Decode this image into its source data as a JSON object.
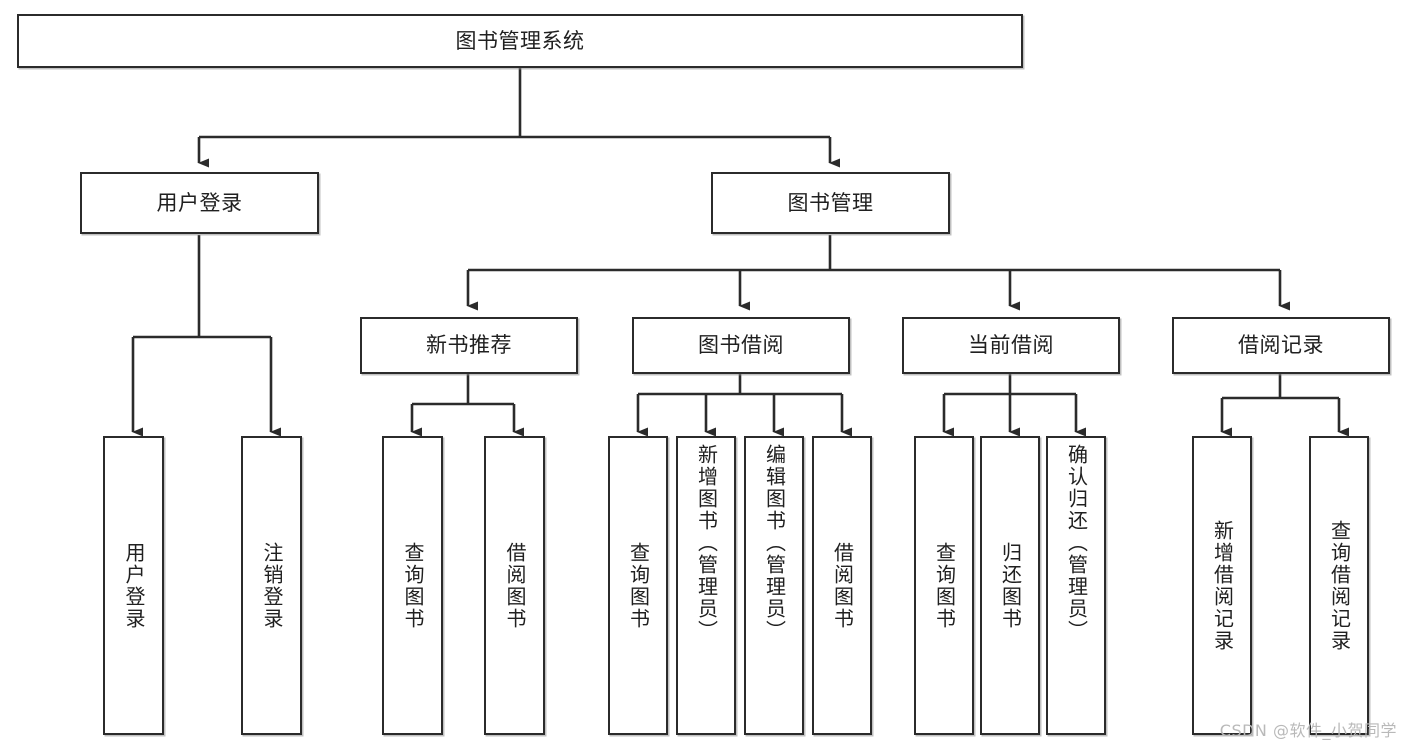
{
  "diagram": {
    "title": "图书管理系统",
    "type": "tree-hierarchy-chart",
    "watermark": "CSDN @软件_小贺同学",
    "stroke_color": "#2b2b2b",
    "fill_color": "#ffffff",
    "text_color": "#202020",
    "root": {
      "label": "图书管理系统"
    },
    "level1": [
      {
        "label": "用户登录"
      },
      {
        "label": "图书管理"
      }
    ],
    "level2": [
      {
        "label": "新书推荐"
      },
      {
        "label": "图书借阅"
      },
      {
        "label": "当前借阅"
      },
      {
        "label": "借阅记录"
      }
    ],
    "leaves": {
      "user_login": [
        {
          "label": "用户登录"
        },
        {
          "label": "注销登录"
        }
      ],
      "new_book_recommend": [
        {
          "label": "查询图书"
        },
        {
          "label": "借阅图书"
        }
      ],
      "book_borrow": [
        {
          "label": "查询图书"
        },
        {
          "label": "新增图书（管理员）"
        },
        {
          "label": "编辑图书（管理员）"
        },
        {
          "label": "借阅图书"
        }
      ],
      "current_borrow": [
        {
          "label": "查询图书"
        },
        {
          "label": "归还图书"
        },
        {
          "label": "确认归还（管理员）"
        }
      ],
      "borrow_record": [
        {
          "label": "新增借阅记录"
        },
        {
          "label": "查询借阅记录"
        }
      ]
    }
  }
}
